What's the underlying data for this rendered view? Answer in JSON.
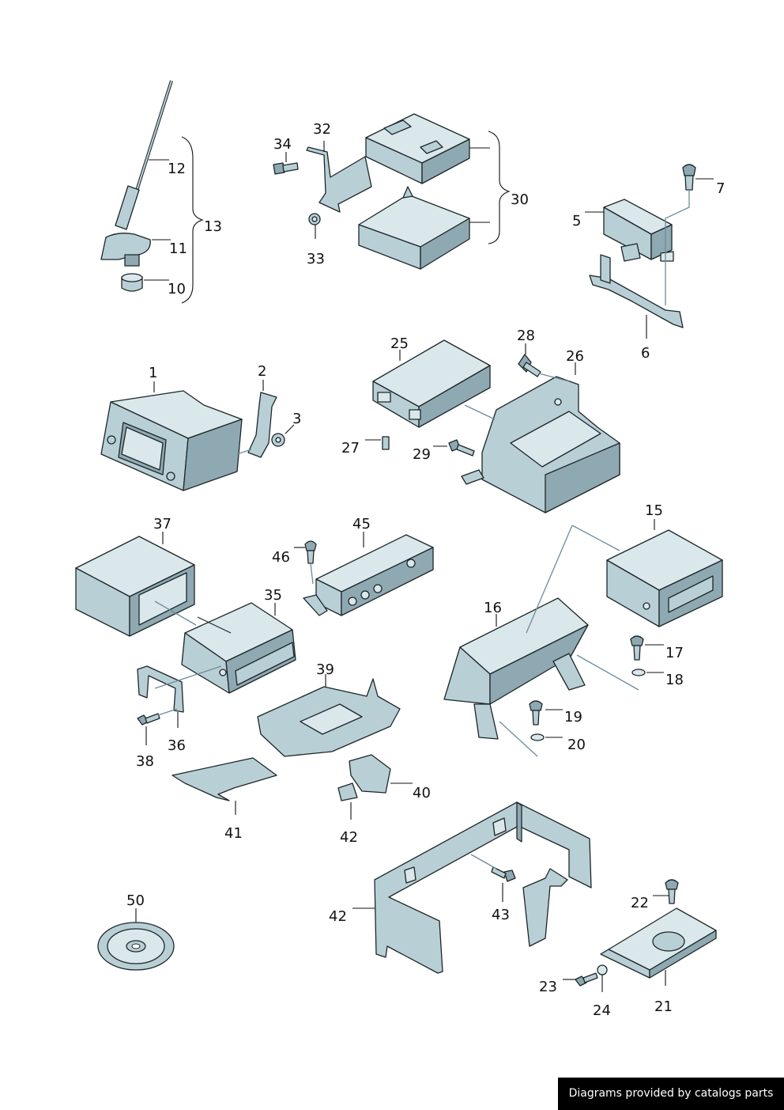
{
  "callouts": {
    "c1": "1",
    "c2": "2",
    "c3": "3",
    "c5": "5",
    "c6": "6",
    "c7": "7",
    "c10": "10",
    "c11": "11",
    "c12": "12",
    "c13": "13",
    "c15": "15",
    "c16": "16",
    "c17": "17",
    "c18": "18",
    "c19": "19",
    "c20": "20",
    "c21": "21",
    "c22": "22",
    "c23": "23",
    "c24": "24",
    "c25": "25",
    "c26": "26",
    "c27": "27",
    "c28": "28",
    "c29": "29",
    "c30": "30",
    "c32": "32",
    "c33": "33",
    "c34": "34",
    "c35": "35",
    "c36": "36",
    "c37": "37",
    "c38": "38",
    "c39": "39",
    "c40": "40",
    "c41": "41",
    "c42a": "42",
    "c42b": "42",
    "c43": "43",
    "c45": "45",
    "c46": "46",
    "c50": "50"
  },
  "footer": {
    "text": "Diagrams provided by catalogs parts"
  },
  "colors": {
    "part_fill": "#b9cfd6",
    "outline": "#1c2628",
    "leader_dash": "#6d8c98",
    "footer_bg": "#000000"
  }
}
